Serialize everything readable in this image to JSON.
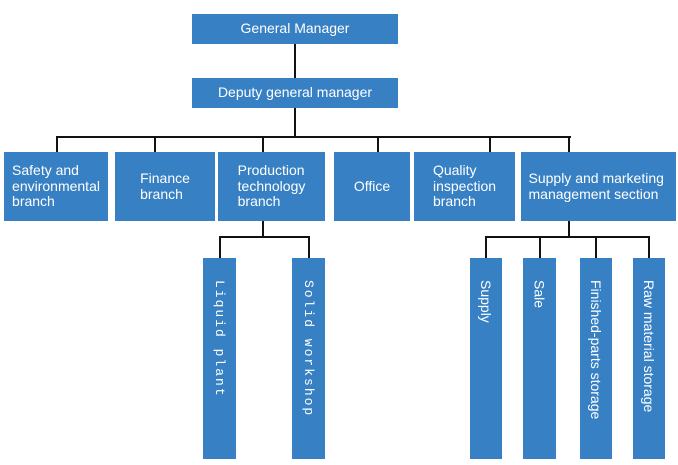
{
  "colors": {
    "node_fill": "#3780c4",
    "node_text": "#ffffff",
    "connector": "#121212",
    "background": "#ffffff"
  },
  "org_chart": {
    "type": "org-chart",
    "root": {
      "label": "General Manager"
    },
    "deputy": {
      "label": "Deputy general manager"
    },
    "branches": [
      {
        "label": "Safety and environmental branch"
      },
      {
        "label": "Finance branch"
      },
      {
        "label": "Production technology branch"
      },
      {
        "label": "Office"
      },
      {
        "label": "Quality inspection branch"
      },
      {
        "label": "Supply and marketing management section"
      }
    ],
    "production_children": [
      {
        "label": "Liquid plant"
      },
      {
        "label": "Solid workshop"
      }
    ],
    "supply_children": [
      {
        "label": "Supply"
      },
      {
        "label": "Sale"
      },
      {
        "label": "Finished-parts storage"
      },
      {
        "label": "Raw material storage"
      }
    ]
  }
}
